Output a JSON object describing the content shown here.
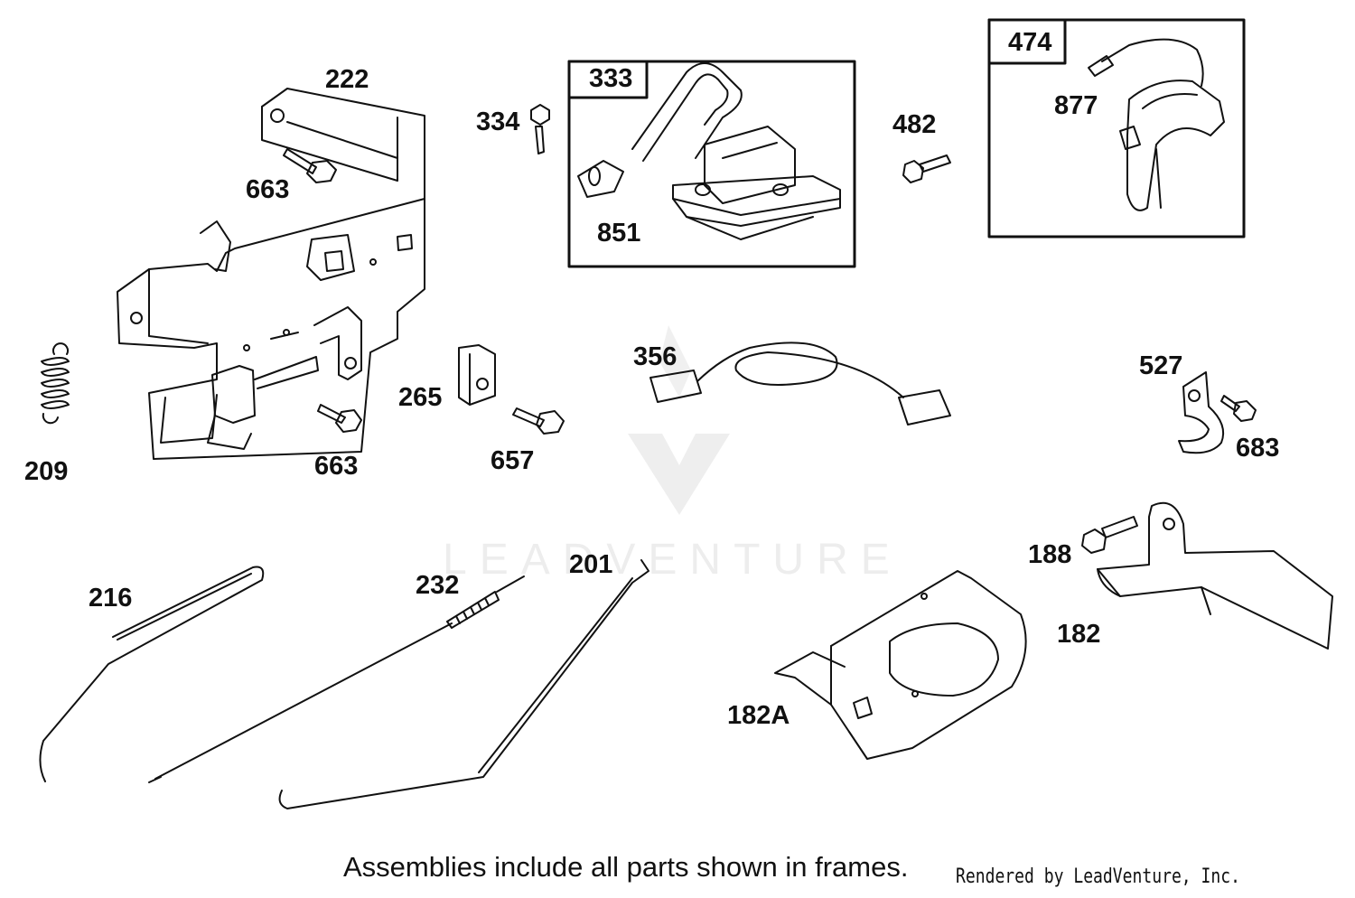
{
  "watermark": {
    "text": "LEADVENTURE"
  },
  "frames": [
    {
      "id": "frame-333",
      "label": "333"
    },
    {
      "id": "frame-474",
      "label": "474"
    }
  ],
  "callouts": {
    "c222": "222",
    "c663a": "663",
    "c209": "209",
    "c663b": "663",
    "c265": "265",
    "c657": "657",
    "c334": "334",
    "c851": "851",
    "c482": "482",
    "c877": "877",
    "c356": "356",
    "c527": "527",
    "c683": "683",
    "c188": "188",
    "c182": "182",
    "c182A": "182A",
    "c216": "216",
    "c232": "232",
    "c201": "201"
  },
  "footer": {
    "note": "Assemblies include all parts shown in frames.",
    "rendered_by": "Rendered by LeadVenture, Inc."
  }
}
